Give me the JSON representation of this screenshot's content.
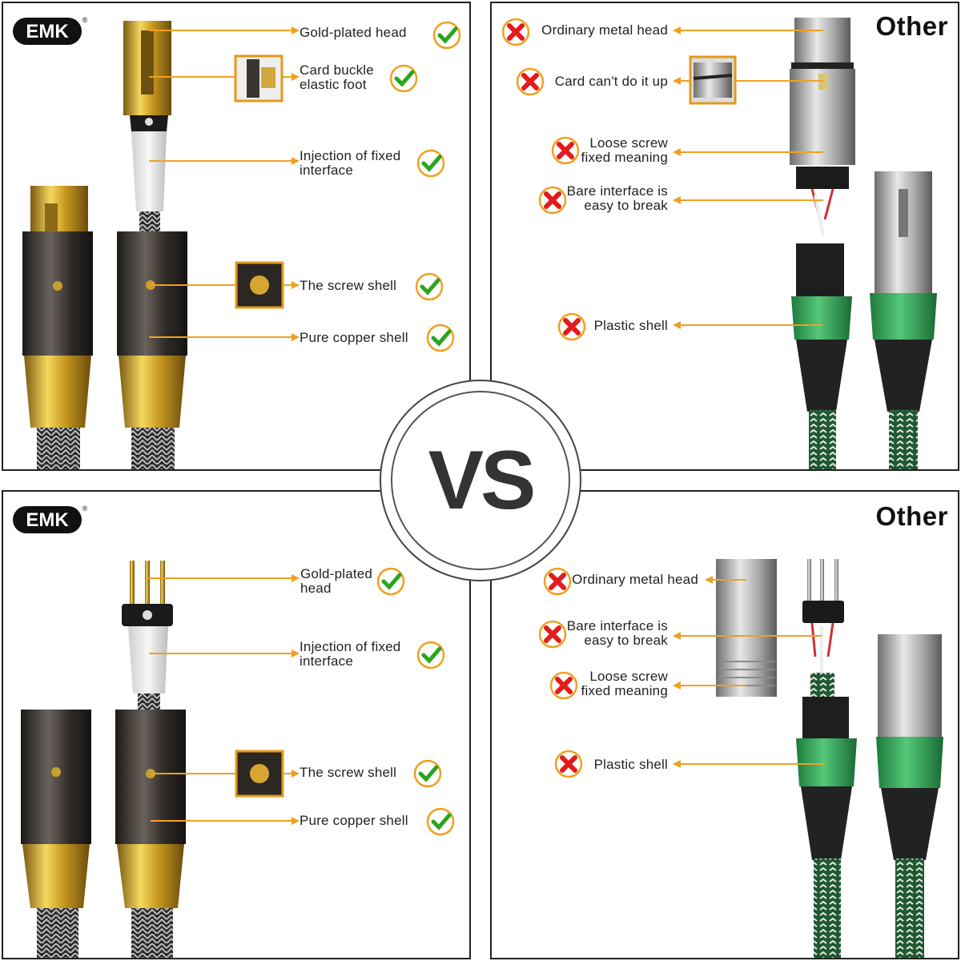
{
  "brand": {
    "logo_text": "EMK",
    "registered": "®"
  },
  "vs_text": "VS",
  "colors": {
    "accent": "#f0a020",
    "check": "#2aa520",
    "cross": "#e21b1b",
    "gold": "#d4a628",
    "green": "#2fa85a"
  },
  "top_left": {
    "labels": [
      {
        "text": "Gold-plated head",
        "mark": "check-icon"
      },
      {
        "text": "Card buckle\nelastic foot",
        "mark": "check-icon"
      },
      {
        "text": "Injection of fixed\ninterface",
        "mark": "check-icon"
      },
      {
        "text": "The screw shell",
        "mark": "check-icon"
      },
      {
        "text": "Pure copper shell",
        "mark": "check-icon"
      }
    ]
  },
  "top_right": {
    "title": "Other",
    "labels": [
      {
        "text": "Ordinary metal head",
        "mark": "cross-icon"
      },
      {
        "text": "Card can't do it up",
        "mark": "cross-icon"
      },
      {
        "text": "Loose screw\nfixed meaning",
        "mark": "cross-icon"
      },
      {
        "text": "Bare interface is\neasy to break",
        "mark": "cross-icon"
      },
      {
        "text": "Plastic shell",
        "mark": "cross-icon"
      }
    ]
  },
  "bottom_left": {
    "labels": [
      {
        "text": "Gold-plated\nhead",
        "mark": "check-icon"
      },
      {
        "text": "Injection of fixed\ninterface",
        "mark": "check-icon"
      },
      {
        "text": "The screw shell",
        "mark": "check-icon"
      },
      {
        "text": "Pure copper shell",
        "mark": "check-icon"
      }
    ]
  },
  "bottom_right": {
    "title": "Other",
    "labels": [
      {
        "text": "Ordinary metal head",
        "mark": "cross-icon"
      },
      {
        "text": "Bare interface is\neasy to break",
        "mark": "cross-icon"
      },
      {
        "text": "Loose screw\nfixed meaning",
        "mark": "cross-icon"
      },
      {
        "text": "Plastic shell",
        "mark": "cross-icon"
      }
    ]
  }
}
